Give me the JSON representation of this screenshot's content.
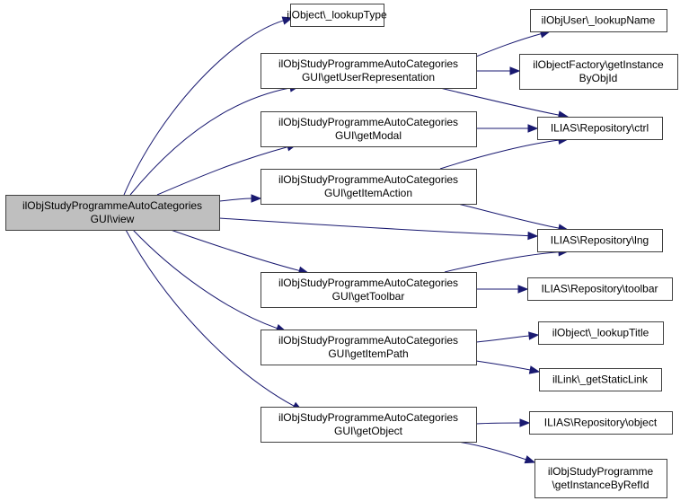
{
  "diagram": {
    "type": "call-graph",
    "colors": {
      "edge": "#191970",
      "root_fill": "#bfbfbf",
      "node_fill": "#ffffff",
      "border": "#404040"
    },
    "nodes": [
      {
        "id": "view",
        "lines": [
          "ilObjStudyProgrammeAutoCategories",
          "GUI\\view"
        ],
        "root": true
      },
      {
        "id": "lookupType",
        "lines": [
          "ilObject\\_lookupType"
        ]
      },
      {
        "id": "getUserRepresentation",
        "lines": [
          "ilObjStudyProgrammeAutoCategories",
          "GUI\\getUserRepresentation"
        ]
      },
      {
        "id": "getModal",
        "lines": [
          "ilObjStudyProgrammeAutoCategories",
          "GUI\\getModal"
        ]
      },
      {
        "id": "getItemAction",
        "lines": [
          "ilObjStudyProgrammeAutoCategories",
          "GUI\\getItemAction"
        ]
      },
      {
        "id": "getToolbar",
        "lines": [
          "ilObjStudyProgrammeAutoCategories",
          "GUI\\getToolbar"
        ]
      },
      {
        "id": "getItemPath",
        "lines": [
          "ilObjStudyProgrammeAutoCategories",
          "GUI\\getItemPath"
        ]
      },
      {
        "id": "getObject",
        "lines": [
          "ilObjStudyProgrammeAutoCategories",
          "GUI\\getObject"
        ]
      },
      {
        "id": "lookupName",
        "lines": [
          "ilObjUser\\_lookupName"
        ]
      },
      {
        "id": "getInstanceByObjId",
        "lines": [
          "ilObjectFactory\\getInstance",
          "ByObjId"
        ]
      },
      {
        "id": "ctrl",
        "lines": [
          "ILIAS\\Repository\\ctrl"
        ]
      },
      {
        "id": "lng",
        "lines": [
          "ILIAS\\Repository\\lng"
        ]
      },
      {
        "id": "toolbar",
        "lines": [
          "ILIAS\\Repository\\toolbar"
        ]
      },
      {
        "id": "lookupTitle",
        "lines": [
          "ilObject\\_lookupTitle"
        ]
      },
      {
        "id": "getStaticLink",
        "lines": [
          "ilLink\\_getStaticLink"
        ]
      },
      {
        "id": "object",
        "lines": [
          "ILIAS\\Repository\\object"
        ]
      },
      {
        "id": "getInstanceByRefId",
        "lines": [
          "ilObjStudyProgramme",
          "\\getInstanceByRefId"
        ]
      }
    ],
    "edges": [
      {
        "from": "view",
        "to": "lookupType"
      },
      {
        "from": "view",
        "to": "getUserRepresentation"
      },
      {
        "from": "view",
        "to": "getModal"
      },
      {
        "from": "view",
        "to": "getItemAction"
      },
      {
        "from": "view",
        "to": "lng"
      },
      {
        "from": "view",
        "to": "getToolbar"
      },
      {
        "from": "view",
        "to": "getItemPath"
      },
      {
        "from": "view",
        "to": "getObject"
      },
      {
        "from": "getUserRepresentation",
        "to": "lookupName"
      },
      {
        "from": "getUserRepresentation",
        "to": "getInstanceByObjId"
      },
      {
        "from": "getUserRepresentation",
        "to": "ctrl"
      },
      {
        "from": "getModal",
        "to": "ctrl"
      },
      {
        "from": "getItemAction",
        "to": "ctrl"
      },
      {
        "from": "getItemAction",
        "to": "lng"
      },
      {
        "from": "getToolbar",
        "to": "lng"
      },
      {
        "from": "getToolbar",
        "to": "toolbar"
      },
      {
        "from": "getItemPath",
        "to": "lookupTitle"
      },
      {
        "from": "getItemPath",
        "to": "getStaticLink"
      },
      {
        "from": "getObject",
        "to": "object"
      },
      {
        "from": "getObject",
        "to": "getInstanceByRefId"
      }
    ]
  }
}
